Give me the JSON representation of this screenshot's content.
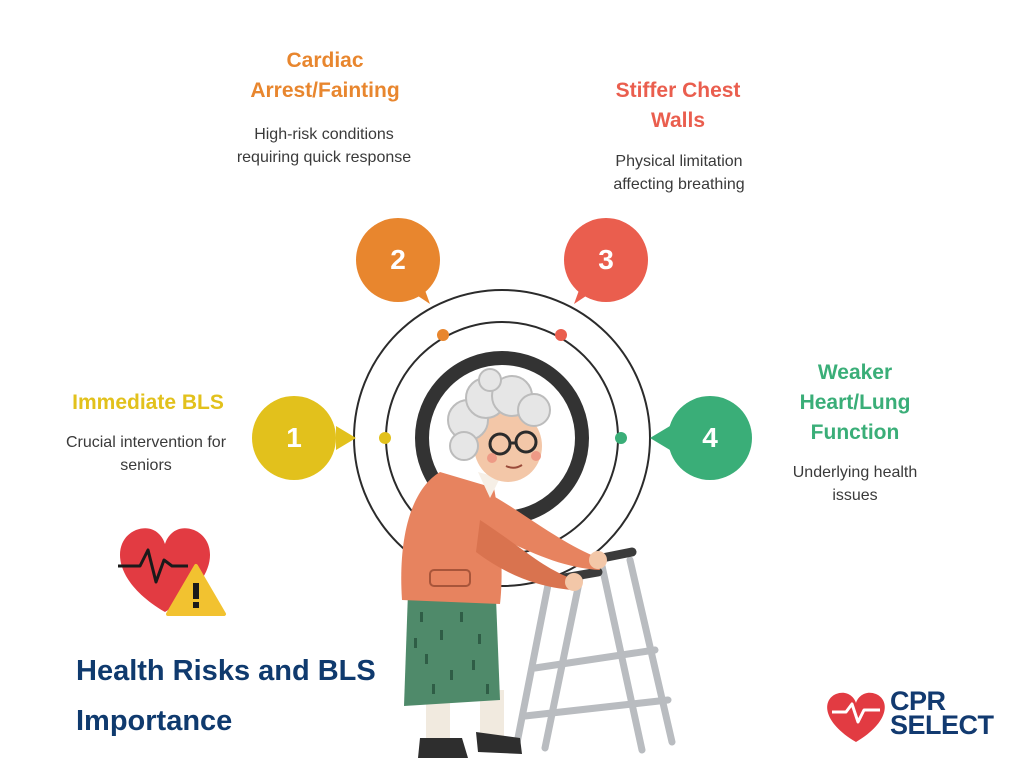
{
  "colors": {
    "yellow": "#e2c11c",
    "orange": "#e8862e",
    "coral": "#ea5e4e",
    "green": "#3aae78",
    "navy": "#0f3a6e",
    "heart_red": "#e23b42"
  },
  "items": [
    {
      "number": "1",
      "title": "Immediate BLS",
      "description": "Crucial intervention for seniors"
    },
    {
      "number": "2",
      "title": "Cardiac Arrest/Fainting",
      "description": "High-risk conditions requiring quick response"
    },
    {
      "number": "3",
      "title": "Stiffer Chest Walls",
      "description": "Physical limitation affecting breathing"
    },
    {
      "number": "4",
      "title": "Weaker Heart/Lung Function",
      "description": "Underlying health issues"
    }
  ],
  "heading": {
    "line1": "Health Risks and BLS",
    "line2": "Importance"
  },
  "logo": {
    "line1": "CPR",
    "line2": "SELECT"
  },
  "icons": [
    "heart-warning-icon",
    "elderly-woman-walker-illustration",
    "cpr-select-logo-icon"
  ]
}
